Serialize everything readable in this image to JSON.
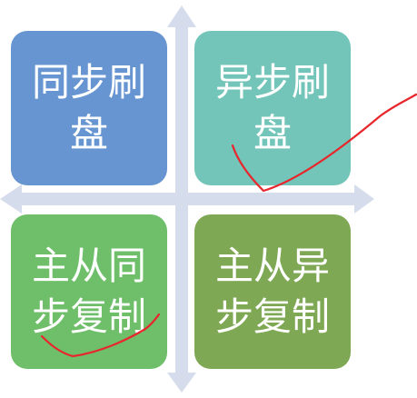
{
  "quadrants": {
    "top_left": {
      "label": "同步刷盘",
      "color": "#6795d2"
    },
    "top_right": {
      "label": "异步刷盘",
      "color": "#72c5b8"
    },
    "bottom_left": {
      "label": "主从同步复制",
      "color": "#6fbe6a"
    },
    "bottom_right": {
      "label": "主从异步复制",
      "color": "#7fa855"
    }
  },
  "axis_color": "#d5dcec",
  "annotation_color": "#e8262c"
}
